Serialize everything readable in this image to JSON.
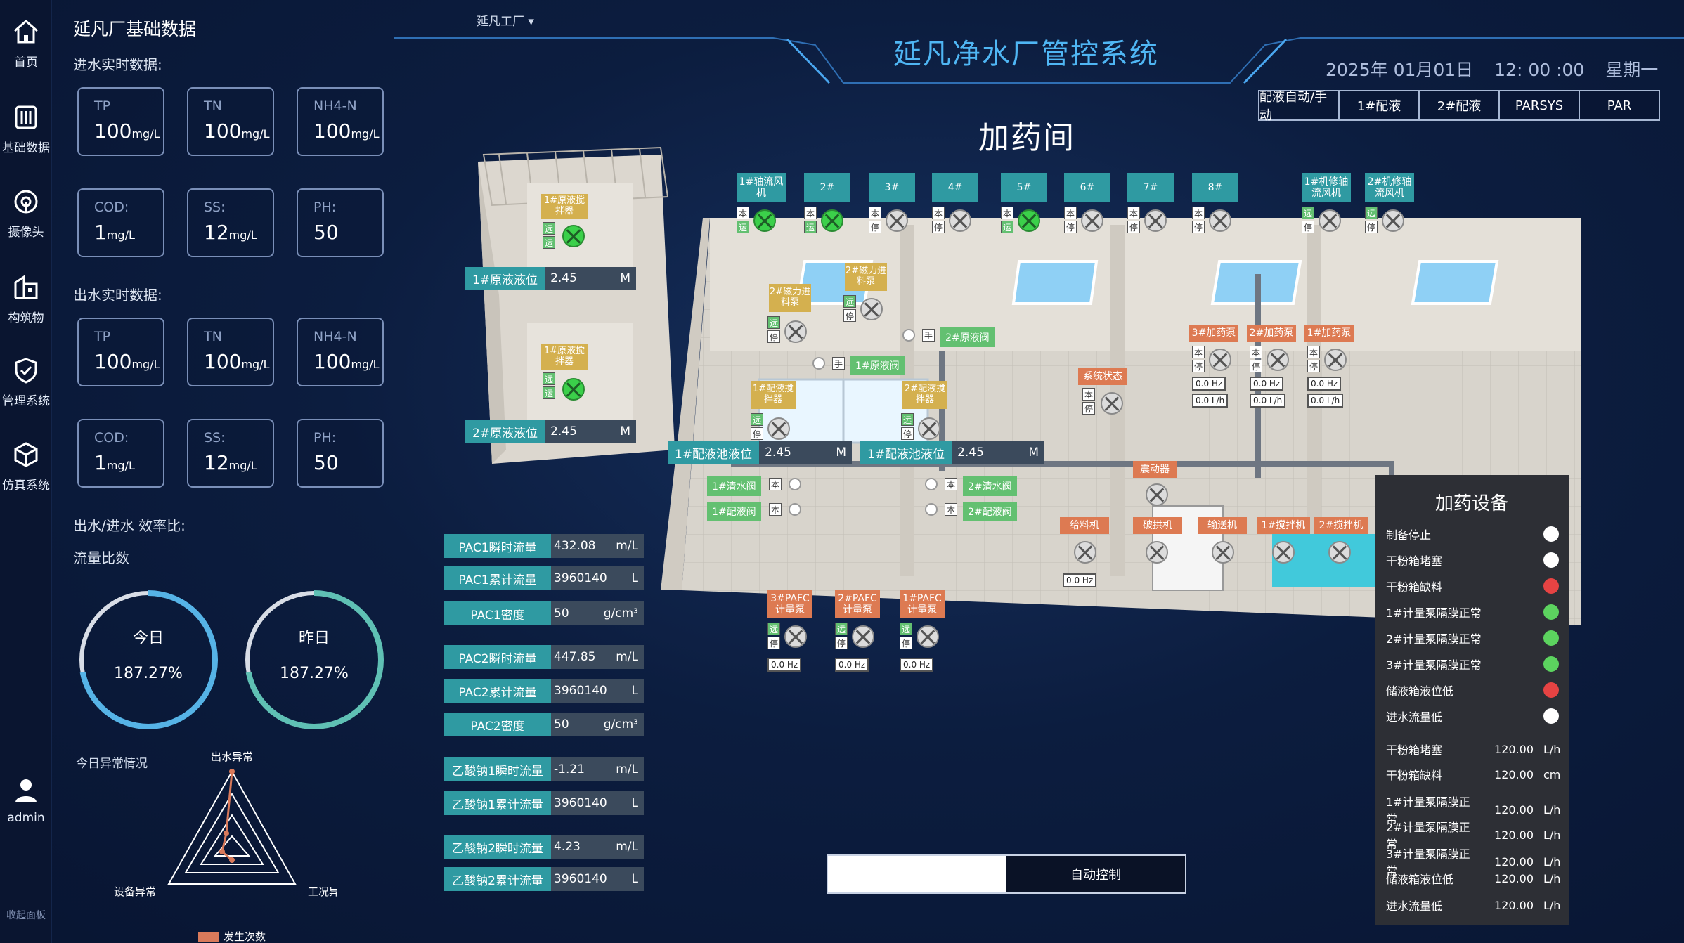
{
  "nav": {
    "home": "首页",
    "basic": "基础数据",
    "camera": "摄像头",
    "building": "构筑物",
    "manage": "管理系统",
    "sim": "仿真系统",
    "user": "admin",
    "collapse": "收起面板"
  },
  "left": {
    "title": "延凡厂基础数据",
    "inflow_label": "进水实时数据:",
    "outflow_label": "出水实时数据:",
    "inflow": [
      {
        "label": "TP",
        "value": "100",
        "unit": "mg/L"
      },
      {
        "label": "TN",
        "value": "100",
        "unit": "mg/L"
      },
      {
        "label": "NH4-N",
        "value": "100",
        "unit": "mg/L"
      },
      {
        "label": "COD:",
        "value": "1",
        "unit": "mg/L"
      },
      {
        "label": "SS:",
        "value": "12",
        "unit": "mg/L"
      },
      {
        "label": "PH:",
        "value": "50",
        "unit": ""
      }
    ],
    "outflow": [
      {
        "label": "TP",
        "value": "100",
        "unit": "mg/L"
      },
      {
        "label": "TN",
        "value": "100",
        "unit": "mg/L"
      },
      {
        "label": "NH4-N",
        "value": "100",
        "unit": "mg/L"
      },
      {
        "label": "COD:",
        "value": "1",
        "unit": "mg/L"
      },
      {
        "label": "SS:",
        "value": "12",
        "unit": "mg/L"
      },
      {
        "label": "PH:",
        "value": "50",
        "unit": ""
      }
    ],
    "ratio_label": "出水/进水 效率比:",
    "flow_ratio_label": "流量比数",
    "today": {
      "label": "今日",
      "value": "187.27%",
      "fraction": 0.72
    },
    "yesterday": {
      "label": "昨日",
      "value": "187.27%",
      "fraction": 0.72
    },
    "anomaly_label": "今日异常情况",
    "radar": {
      "axes": [
        "出水异常",
        "设备异常",
        "工况异常"
      ],
      "legend": "发生次数"
    }
  },
  "header": {
    "factory": "延凡工厂",
    "system_title": "延凡净水厂管控系统",
    "date": "2025年 01月01日",
    "time": "12: 00 :00",
    "weekday": "星期一",
    "tabs": [
      "配液自动/手动",
      "1#配液",
      "2#配液",
      "PARSYS",
      "PAR"
    ],
    "room": "加药间"
  },
  "diagram": {
    "fans": [
      "1#轴流风机",
      "2#",
      "3#",
      "4#",
      "5#",
      "6#",
      "7#",
      "8#",
      "1#机修轴流风机",
      "2#机修轴流风机"
    ],
    "local": "本",
    "remote": "远",
    "run": "运",
    "stop": "停",
    "hand": "手",
    "level1": {
      "label": "1#原液液位",
      "value": "2.45",
      "m": "M"
    },
    "level2": {
      "label": "2#原液液位",
      "value": "2.45",
      "m": "M"
    },
    "pool1": {
      "label": "1#配液池液位",
      "value": "2.45",
      "m": "M"
    },
    "pool2": {
      "label": "1#配液池液位",
      "value": "2.45",
      "m": "M"
    },
    "stirrer1": "1#原液搅拌器",
    "stirrer2": "1#原液搅拌器",
    "mag1": "2#磁力进料泵",
    "mag2": "2#磁力进料泵",
    "valve_raw2": "2#原液阀",
    "valve_raw1": "1#原液阀",
    "mix1": "1#配液搅拌器",
    "mix2": "2#配液搅拌器",
    "clean1": "1#清水阀",
    "clean2": "2#清水阀",
    "mixv1": "1#配液阀",
    "mixv2": "2#配液阀",
    "dosing": [
      "3#加药泵",
      "2#加药泵",
      "1#加药泵"
    ],
    "sys_status": "系统状态",
    "vibrator": "震动器",
    "feeder": "给料机",
    "breaker": "破拱机",
    "conveyor": "输送机",
    "agit1": "1#搅拌机",
    "agit2": "2#搅拌机",
    "pafc": [
      "3#PAFC计量泵",
      "2#PAFC计量泵",
      "1#PAFC计量泵"
    ],
    "hz": "0.0   Hz",
    "lh": "0.0   L/h"
  },
  "flows": [
    {
      "label": "PAC1瞬时流量",
      "value": "432.08",
      "unit": "m/L"
    },
    {
      "label": "PAC1累计流量",
      "value": "3960140",
      "unit": "L"
    },
    {
      "label": "PAC1密度",
      "value": "50",
      "unit": "g/cm³"
    },
    {
      "label": "PAC2瞬时流量",
      "value": "447.85",
      "unit": "m/L"
    },
    {
      "label": "PAC2累计流量",
      "value": "3960140",
      "unit": "L"
    },
    {
      "label": "PAC2密度",
      "value": "50",
      "unit": "g/cm³"
    },
    {
      "label": "乙酸钠1瞬时流量",
      "value": "-1.21",
      "unit": "m/L"
    },
    {
      "label": "乙酸钠1累计流量",
      "value": "3960140",
      "unit": "L"
    },
    {
      "label": "乙酸钠2瞬时流量",
      "value": "4.23",
      "unit": "m/L"
    },
    {
      "label": "乙酸钠2累计流量",
      "value": "3960140",
      "unit": "L"
    }
  ],
  "equipment": {
    "title": "加药设备",
    "status": [
      {
        "name": "制备停止",
        "color": "white"
      },
      {
        "name": "干粉箱堵塞",
        "color": "white"
      },
      {
        "name": "干粉箱缺料",
        "color": "red"
      },
      {
        "name": "1#计量泵隔膜正常",
        "color": "green"
      },
      {
        "name": "2#计量泵隔膜正常",
        "color": "green"
      },
      {
        "name": "3#计量泵隔膜正常",
        "color": "green"
      },
      {
        "name": "储液箱液位低",
        "color": "red"
      },
      {
        "name": "进水流量低",
        "color": "white"
      }
    ],
    "values": [
      {
        "name": "干粉箱堵塞",
        "value": "120.00",
        "unit": "L/h"
      },
      {
        "name": "干粉箱缺料",
        "value": "120.00",
        "unit": "cm"
      },
      {
        "name": "1#计量泵隔膜正常",
        "value": "120.00",
        "unit": "L/h"
      },
      {
        "name": "2#计量泵隔膜正常",
        "value": "120.00",
        "unit": "L/h"
      },
      {
        "name": "3#计量泵隔膜正常",
        "value": "120.00",
        "unit": "L/h"
      },
      {
        "name": "储液箱液位低",
        "value": "120.00",
        "unit": "L/h"
      },
      {
        "name": "进水流量低",
        "value": "120.00",
        "unit": "L/h"
      }
    ]
  },
  "control": {
    "auto": "自动控制"
  },
  "colors": {
    "accent": "#4fb6f4",
    "teal": "#2f9aa2",
    "green": "#63c071",
    "orange": "#dd7a52",
    "yellow": "#d4b04f"
  }
}
